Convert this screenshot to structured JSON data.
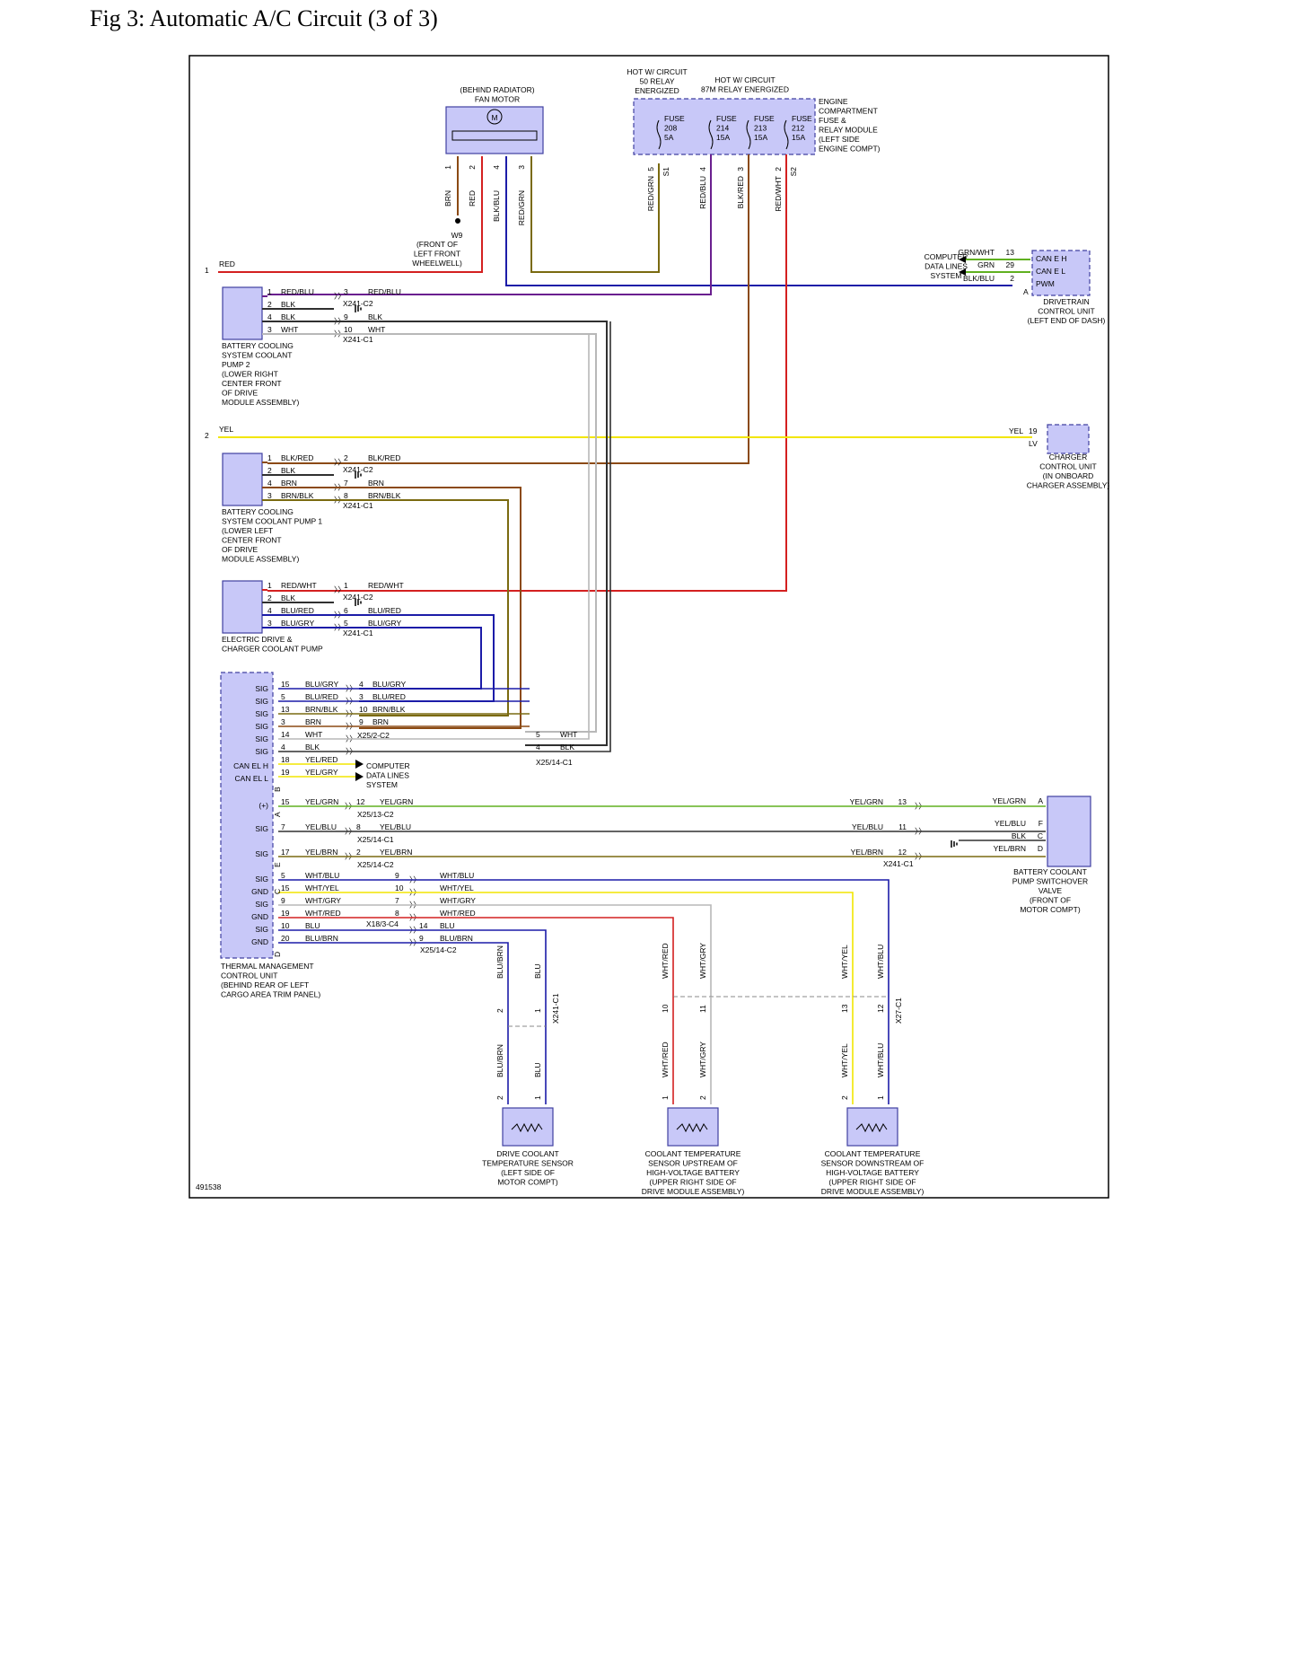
{
  "title": "Fig 3: Automatic A/C Circuit (3 of 3)",
  "figure_id": "491538",
  "colors": {
    "red": "#d42020",
    "yellow": "#f2e600",
    "green": "#60b020",
    "blue": "#1c1ca8",
    "brown": "#8b4a14",
    "purple": "#6a1f8f",
    "gray": "#b8b8b8",
    "black": "#303030",
    "olive": "#7a6a10",
    "box_fill": "#c8c8f8",
    "box_stroke": "#4040a0"
  },
  "fan_motor": {
    "caption": [
      "(BEHIND RADIATOR)",
      "FAN MOTOR"
    ],
    "symbol": "M",
    "pins": [
      "1",
      "2",
      "4",
      "3"
    ],
    "wires": [
      "BRN",
      "RED",
      "BLK/BLU",
      "RED/GRN"
    ]
  },
  "ground_w9": {
    "label": "W9",
    "caption": [
      "(FRONT OF",
      "LEFT FRONT",
      "WHEELWELL)"
    ]
  },
  "fuse_box": {
    "hot50": [
      "HOT W/ CIRCUIT",
      "50 RELAY",
      "ENERGIZED"
    ],
    "hot87": [
      "HOT W/ CIRCUIT",
      "87M RELAY ENERGIZED"
    ],
    "caption": [
      "ENGINE",
      "COMPARTMENT",
      "FUSE &",
      "RELAY MODULE",
      "(LEFT SIDE",
      "ENGINE COMPT)"
    ],
    "fuses": [
      [
        "FUSE",
        "208",
        "5A"
      ],
      [
        "FUSE",
        "214",
        "15A"
      ],
      [
        "FUSE",
        "213",
        "15A"
      ],
      [
        "FUSE",
        "212",
        "15A"
      ]
    ],
    "pins": [
      "5",
      "4",
      "3",
      "2"
    ],
    "connectors": [
      "S1",
      "S2"
    ],
    "wires": [
      "RED/GRN",
      "RED/BLU",
      "BLK/RED",
      "RED/WHT"
    ]
  },
  "left_inputs": [
    {
      "num": "1",
      "wire": "RED"
    },
    {
      "num": "2",
      "wire": "YEL"
    }
  ],
  "drivetrain_cu": {
    "caption": [
      "DRIVETRAIN",
      "CONTROL UNIT",
      "(LEFT END OF DASH)"
    ],
    "pins": [
      "CAN E H",
      "CAN E L",
      "PWM"
    ],
    "pin_nums": [
      "13",
      "29",
      "2"
    ],
    "wires": [
      "GRN/WHT",
      "GRN",
      "BLK/BLU"
    ],
    "conn": "A",
    "cdl": [
      "COMPUTER",
      "DATA LINES",
      "SYSTEM"
    ]
  },
  "charger_cu": {
    "caption": [
      "CHARGER",
      "CONTROL UNIT",
      "(IN ONBOARD",
      "CHARGER ASSEMBLY)"
    ],
    "wire": "YEL",
    "pin": "19",
    "conn": "LV"
  },
  "pump2": {
    "caption": [
      "BATTERY COOLING",
      "SYSTEM COOLANT",
      "PUMP 2",
      "(LOWER RIGHT",
      "CENTER FRONT",
      "OF DRIVE",
      "MODULE ASSEMBLY)"
    ],
    "rows": [
      [
        "1",
        "RED/BLU",
        "3",
        "RED/BLU"
      ],
      [
        "2",
        "BLK",
        "",
        ""
      ],
      [
        "4",
        "BLK",
        "9",
        "BLK"
      ],
      [
        "3",
        "WHT",
        "10",
        "WHT"
      ]
    ],
    "conns": [
      "X241-C2",
      "X241-C1"
    ]
  },
  "pump1": {
    "caption": [
      "BATTERY COOLING",
      "SYSTEM COOLANT PUMP 1",
      "(LOWER LEFT",
      "CENTER FRONT",
      "OF DRIVE",
      "MODULE ASSEMBLY)"
    ],
    "rows": [
      [
        "1",
        "BLK/RED",
        "2",
        "BLK/RED"
      ],
      [
        "2",
        "BLK",
        "",
        ""
      ],
      [
        "4",
        "BRN",
        "7",
        "BRN"
      ],
      [
        "3",
        "BRN/BLK",
        "8",
        "BRN/BLK"
      ]
    ],
    "conns": [
      "X241-C2",
      "X241-C1"
    ]
  },
  "edcp": {
    "caption": [
      "ELECTRIC DRIVE &",
      "CHARGER COOLANT PUMP"
    ],
    "rows": [
      [
        "1",
        "RED/WHT",
        "1",
        "RED/WHT"
      ],
      [
        "2",
        "BLK",
        "",
        ""
      ],
      [
        "4",
        "BLU/RED",
        "6",
        "BLU/RED"
      ],
      [
        "3",
        "BLU/GRY",
        "5",
        "BLU/GRY"
      ]
    ],
    "conns": [
      "X241-C2",
      "X241-C1"
    ]
  },
  "tmcu": {
    "caption": [
      "THERMAL MANAGEMENT",
      "CONTROL UNIT",
      "(BEHIND REAR OF LEFT",
      "CARGO AREA TRIM PANEL)"
    ],
    "pin_labels": [
      "SIG",
      "SIG",
      "SIG",
      "SIG",
      "SIG",
      "SIG",
      "CAN EL H",
      "CAN EL L",
      "(+)",
      "SIG",
      "SIG",
      "SIG",
      "GND",
      "SIG",
      "GND",
      "SIG",
      "GND"
    ],
    "conns": [
      "B",
      "A",
      "E",
      "C",
      "D"
    ],
    "rows_b": [
      [
        "15",
        "BLU/GRY",
        "4",
        "BLU/GRY"
      ],
      [
        "5",
        "BLU/RED",
        "3",
        "BLU/RED"
      ],
      [
        "13",
        "BRN/BLK",
        "10",
        "BRN/BLK"
      ],
      [
        "3",
        "BRN",
        "9",
        "BRN"
      ],
      [
        "14",
        "WHT",
        "5",
        "WHT"
      ],
      [
        "4",
        "BLK",
        "4",
        "BLK"
      ],
      [
        "18",
        "YEL/RED",
        "",
        ""
      ],
      [
        "19",
        "YEL/GRY",
        "",
        ""
      ]
    ],
    "conn_x25_2": "X25/2-C2",
    "conn_x25_14_c1": "X25/14-C1",
    "cdl": [
      "COMPUTER",
      "DATA LINES",
      "SYSTEM"
    ],
    "rows_mid": [
      [
        "15",
        "YEL/GRN",
        "12",
        "YEL/GRN",
        "X25/13-C2"
      ],
      [
        "7",
        "YEL/BLU",
        "8",
        "YEL/BLU",
        "X25/14-C1"
      ],
      [
        "17",
        "YEL/BRN",
        "2",
        "YEL/BRN",
        "X25/14-C2"
      ]
    ],
    "rows_d": [
      [
        "5",
        "WHT/BLU",
        "9",
        "WHT/BLU"
      ],
      [
        "15",
        "WHT/YEL",
        "10",
        "WHT/YEL"
      ],
      [
        "9",
        "WHT/GRY",
        "7",
        "WHT/GRY"
      ],
      [
        "19",
        "WHT/RED",
        "8",
        "WHT/RED"
      ],
      [
        "10",
        "BLU",
        "14",
        "BLU"
      ],
      [
        "20",
        "BLU/BRN",
        "9",
        "BLU/BRN"
      ]
    ],
    "conn_x18": "X18/3-C4",
    "conn_x25_14_c2": "X25/14-C2"
  },
  "valve": {
    "caption": [
      "BATTERY COOLANT",
      "PUMP SWITCHOVER",
      "VALVE",
      "(FRONT OF",
      "MOTOR COMPT)"
    ],
    "pins": [
      "A",
      "F",
      "C",
      "D"
    ],
    "wires": [
      "YEL/GRN",
      "YEL/BLU",
      "BLK",
      "YEL/BRN"
    ],
    "mid_wires": [
      "YEL/GRN",
      "YEL/BLU",
      "YEL/BRN"
    ],
    "mid_pins": [
      "13",
      "11",
      "12"
    ],
    "conn": "X241-C1"
  },
  "sensors": [
    {
      "caption": [
        "DRIVE COOLANT",
        "TEMPERATURE SENSOR",
        "(LEFT SIDE OF",
        "MOTOR COMPT)"
      ],
      "wires_top": [
        "BLU/BRN",
        "BLU"
      ],
      "pins_conn": [
        "2",
        "1"
      ],
      "conn": "X241-C1",
      "wires_bot": [
        "BLU/BRN",
        "BLU"
      ],
      "pins": [
        "2",
        "1"
      ]
    },
    {
      "caption": [
        "COOLANT TEMPERATURE",
        "SENSOR UPSTREAM OF",
        "HIGH-VOLTAGE BATTERY",
        "(UPPER RIGHT SIDE OF",
        "DRIVE MODULE ASSEMBLY)"
      ],
      "wires_top": [
        "WHT/RED",
        "WHT/GRY"
      ],
      "pins_conn": [
        "10",
        "11"
      ],
      "wires_bot": [
        "WHT/RED",
        "WHT/GRY"
      ],
      "pins": [
        "1",
        "2"
      ]
    },
    {
      "caption": [
        "COOLANT TEMPERATURE",
        "SENSOR DOWNSTREAM OF",
        "HIGH-VOLTAGE BATTERY",
        "(UPPER RIGHT SIDE OF",
        "DRIVE MODULE ASSEMBLY)"
      ],
      "wires_top": [
        "WHT/YEL",
        "WHT/BLU"
      ],
      "pins_conn": [
        "13",
        "12"
      ],
      "conn": "X27-C1",
      "wires_bot": [
        "WHT/YEL",
        "WHT/BLU"
      ],
      "pins": [
        "2",
        "1"
      ]
    }
  ]
}
